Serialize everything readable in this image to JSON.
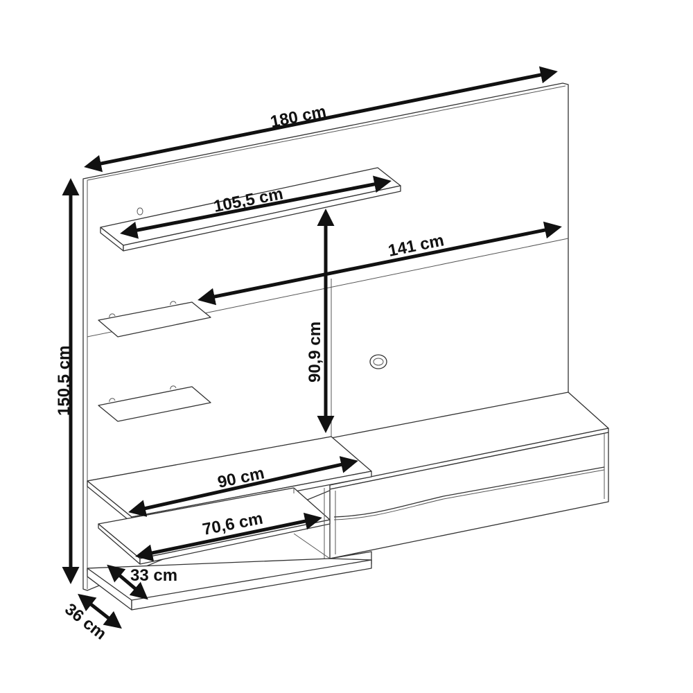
{
  "diagram": {
    "subject": "TV wall panel with shelves and two-drawer rack",
    "colors": {
      "line": "#333333",
      "arrow": "#111111",
      "background": "#ffffff"
    },
    "dimensions": {
      "total_width": "180 cm",
      "top_shelf_width": "105,5 cm",
      "rack_width": "141 cm",
      "tv_area_height": "90,9 cm",
      "total_height": "150,5 cm",
      "shelf_upper_width": "90 cm",
      "shelf_lower_width": "70,6 cm",
      "shelf_depth": "33 cm",
      "total_depth": "36 cm"
    },
    "components": [
      {
        "name": "back panel"
      },
      {
        "name": "top shelf"
      },
      {
        "name": "glass shelf upper"
      },
      {
        "name": "glass shelf lower"
      },
      {
        "name": "cable pass-through"
      },
      {
        "name": "rack top"
      },
      {
        "name": "drawer upper"
      },
      {
        "name": "drawer lower"
      },
      {
        "name": "side shelf upper"
      },
      {
        "name": "side shelf middle"
      },
      {
        "name": "base shelf"
      }
    ]
  }
}
